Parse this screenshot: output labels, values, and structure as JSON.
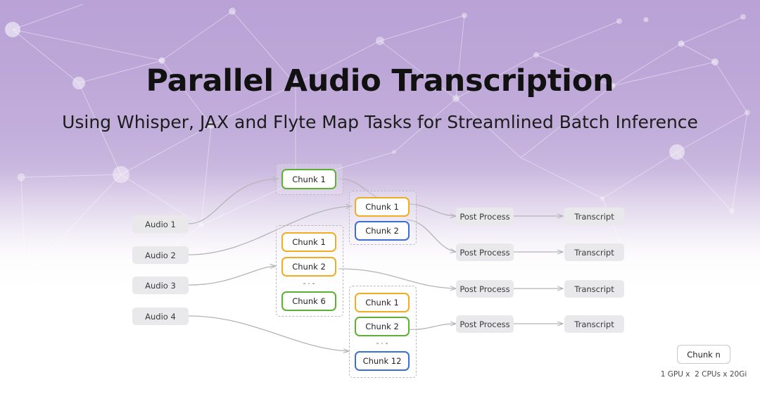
{
  "header": {
    "title": "Parallel Audio Transcription",
    "subtitle": "Using Whisper, JAX and Flyte Map Tasks for Streamlined Batch Inference"
  },
  "colors": {
    "background_top": "#b9a2d6",
    "background_bottom": "#ffffff",
    "node_gray_fill": "#e9e9eb",
    "chunk_green": "#5cb032",
    "chunk_orange": "#f0ad20",
    "chunk_blue": "#3b6fd4",
    "edge": "#b4b4b8",
    "group_border": "#b9b9c0"
  },
  "diagram": {
    "inputs": [
      {
        "label": "Audio 1"
      },
      {
        "label": "Audio 2"
      },
      {
        "label": "Audio 3"
      },
      {
        "label": "Audio 4"
      }
    ],
    "chunk_groups": [
      {
        "id": "group-1",
        "chunks": [
          {
            "label": "Chunk 1",
            "color": "green"
          }
        ],
        "has_ellipsis": false
      },
      {
        "id": "group-2",
        "chunks": [
          {
            "label": "Chunk 1",
            "color": "orange"
          },
          {
            "label": "Chunk 2",
            "color": "orange"
          },
          {
            "label": "Chunk 6",
            "color": "green"
          }
        ],
        "has_ellipsis": true
      },
      {
        "id": "group-3",
        "chunks": [
          {
            "label": "Chunk 1",
            "color": "orange"
          },
          {
            "label": "Chunk 2",
            "color": "blue"
          }
        ],
        "has_ellipsis": false
      },
      {
        "id": "group-4",
        "chunks": [
          {
            "label": "Chunk 1",
            "color": "orange"
          },
          {
            "label": "Chunk 2",
            "color": "green"
          },
          {
            "label": "Chunk 12",
            "color": "blue"
          }
        ],
        "has_ellipsis": true
      }
    ],
    "post_process": [
      {
        "label": "Post Process"
      },
      {
        "label": "Post Process"
      },
      {
        "label": "Post Process"
      },
      {
        "label": "Post Process"
      }
    ],
    "transcripts": [
      {
        "label": "Transcript"
      },
      {
        "label": "Transcript"
      },
      {
        "label": "Transcript"
      },
      {
        "label": "Transcript"
      }
    ]
  },
  "legend": {
    "box_label": "Chunk n",
    "caption": "1 GPU x  2 CPUs x 20Gi"
  }
}
